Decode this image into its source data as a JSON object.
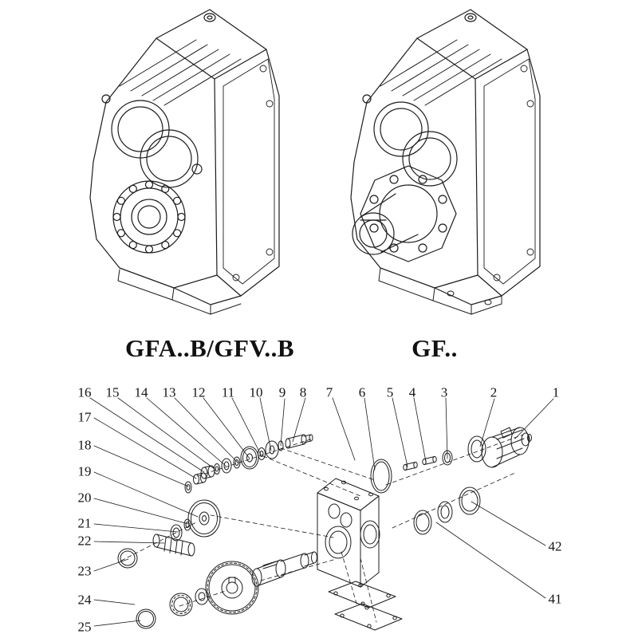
{
  "colors": {
    "ink": "#1c1c1c",
    "background": "#ffffff"
  },
  "models": {
    "left": "GFA..B/GFV..B",
    "right": "GF.."
  },
  "callouts": {
    "top_row": [
      "16",
      "15",
      "14",
      "13",
      "12",
      "11",
      "10",
      "9",
      "8",
      "7",
      "6",
      "5",
      "4",
      "3",
      "2",
      "1"
    ],
    "left_column": [
      "17",
      "18",
      "19",
      "20",
      "21",
      "22",
      "23",
      "24",
      "25"
    ],
    "right_column": [
      "42",
      "41"
    ]
  }
}
